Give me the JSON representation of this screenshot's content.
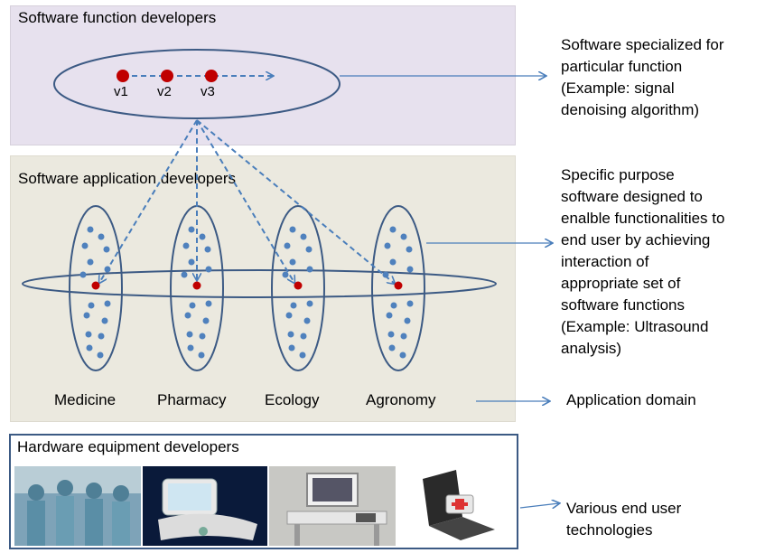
{
  "panels": {
    "function": {
      "title": "Software function developers"
    },
    "application": {
      "title": "Software application developers"
    },
    "hardware": {
      "title": "Hardware equipment developers"
    }
  },
  "versions": [
    "v1",
    "v2",
    "v3"
  ],
  "domains": [
    "Medicine",
    "Pharmacy",
    "Ecology",
    "Agronomy"
  ],
  "notes": {
    "function": [
      "Software specialized for",
      "particular function",
      "(Example: signal",
      "denoising algorithm)"
    ],
    "application": [
      "Specific purpose",
      "software designed to",
      "enalble functionalities to",
      "end user by achieving",
      "interaction of",
      "appropriate set of",
      "software functions",
      "(Example: Ultrasound",
      "analysis)"
    ],
    "domain": "Application domain",
    "hardware": [
      "Various end user",
      "technologies"
    ]
  },
  "colors": {
    "outline": "#3c5a84",
    "arrow": "#4a7ebb",
    "dot_blue": "#4f81bd",
    "dot_red": "#c00000",
    "function_bg": "#e7e1ee",
    "application_bg": "#ebe9df"
  },
  "photos": [
    {
      "name": "surgical-team-photo"
    },
    {
      "name": "portable-monitor-device-photo"
    },
    {
      "name": "imaging-scanner-photo"
    },
    {
      "name": "laptop-medical-kit-photo"
    }
  ]
}
